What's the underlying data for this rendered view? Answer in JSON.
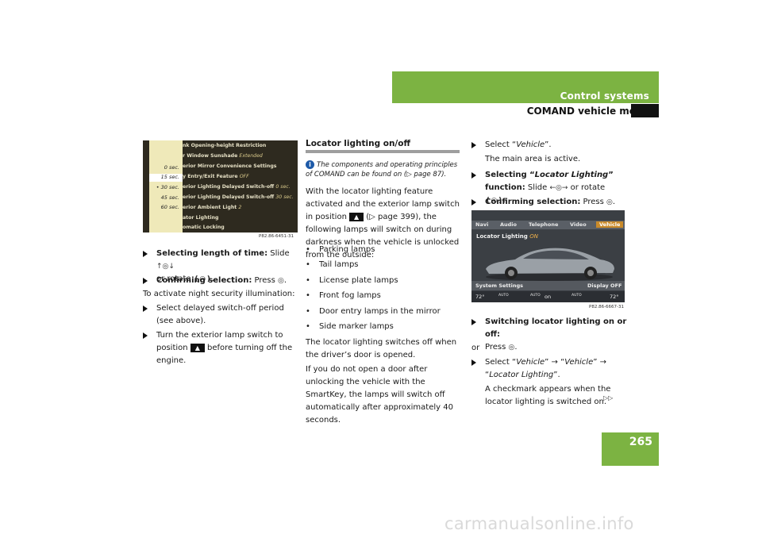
{
  "header": {
    "section": "Control systems",
    "subsection": "COMAND vehicle menu"
  },
  "page_number": "265",
  "watermark": "carmanualsonline.info",
  "fig1": {
    "menu_rows": [
      {
        "text": "nk Opening-height Restriction",
        "extra": ""
      },
      {
        "text": "r Window Sunshade",
        "extra": "Extended"
      },
      {
        "text": "erior Mirror Convenience Settings",
        "extra": ""
      },
      {
        "text": "y Entry/Exit Feature",
        "extra": "OFF"
      },
      {
        "text": "erior Lighting Delayed Switch-off",
        "extra": "0 sec."
      },
      {
        "text": "erior Lighting Delayed Switch-off",
        "extra": "30 sec."
      },
      {
        "text": "erior Ambient Light",
        "extra": "2"
      },
      {
        "text": "ator Lighting",
        "extra": ""
      },
      {
        "text": "omatic Locking",
        "extra": ""
      }
    ],
    "options": [
      "0 sec.",
      "15 sec.",
      "• 30 sec.",
      "45 sec.",
      "60 sec."
    ],
    "caption": "P82.86-6451-31"
  },
  "col1": {
    "step1_label": "Selecting length of time:",
    "step1_text_a": " Slide ",
    "step1_sym_a": "↑◎↓",
    "step1_text_b": "or rotate ",
    "step1_sym_b": "❪◎❫",
    "step1_end": ".",
    "step2_label": "Confirming selection:",
    "step2_text": " Press ",
    "step2_sym": "◎",
    "step2_end": ".",
    "para": "To activate night security illumination:",
    "step3": "Select delayed switch-off period (see above).",
    "step4_a": "Turn the exterior lamp switch to position",
    "step4_badge": "▲",
    "step4_b": " before turning off the engine."
  },
  "col2": {
    "heading": "Locator lighting on/off",
    "note": "The components and operating principles of COMAND can be found on (▷ page 87).",
    "p1_a": "With the locator lighting feature activated and the exterior lamp switch in position",
    "p1_badge": "▲",
    "p1_b": " (▷ page 399), the following lamps will switch on during darkness when the vehicle is unlocked from the outside:",
    "bullets": [
      "Parking lamps",
      "Tail lamps",
      "License plate lamps",
      "Front fog lamps",
      "Door entry lamps in the mirror",
      "Side marker lamps"
    ],
    "p2": "The locator lighting switches off when the driver’s door is opened.",
    "p3": "If you do not open a door after unlocking the vehicle with the SmartKey, the lamps will switch off automatically after approximately 40 seconds."
  },
  "col3": {
    "s1_a": "Select “",
    "s1_it": "Vehicle",
    "s1_b": "”.",
    "s1_note": "The main area is active.",
    "s2_label_a": "Selecting “",
    "s2_label_it": "Locator Lighting",
    "s2_label_b": "” function:",
    "s2_text": " Slide ",
    "s2_sym": "←◎→",
    "s2_text_b": " or rotate ",
    "s2_sym_b": "❪◎❫",
    "s2_end": ".",
    "s3_label": "Confirming selection:",
    "s3_text": " Press ",
    "s3_sym": "◎",
    "s3_end": ".",
    "s4_label": "Switching locator lighting on or off:",
    "s4_text": "Press ",
    "s4_sym": "◎",
    "s4_end": ".",
    "or": "or",
    "s5_a": "Select “",
    "s5_it1": "Vehicle",
    "s5_b": "” → “",
    "s5_it2": "Vehicle",
    "s5_c": "” → “",
    "s5_it3": "Locator Lighting",
    "s5_d": "”.",
    "s5_note": "A checkmark appears when the locator lighting is switched on.",
    "continue": "▷▷"
  },
  "fig2": {
    "tabs": [
      "Navi",
      "Audio",
      "Telephone",
      "Video",
      "Vehicle"
    ],
    "locator": "Locator Lighting",
    "locator_state": "ON",
    "bottom_left": "System Settings",
    "bottom_right": "Display OFF",
    "climate": [
      "72°",
      "AUTO",
      "AUTO",
      "on",
      "AUTO",
      "72°"
    ],
    "caption": "P82.86-6667-31"
  }
}
